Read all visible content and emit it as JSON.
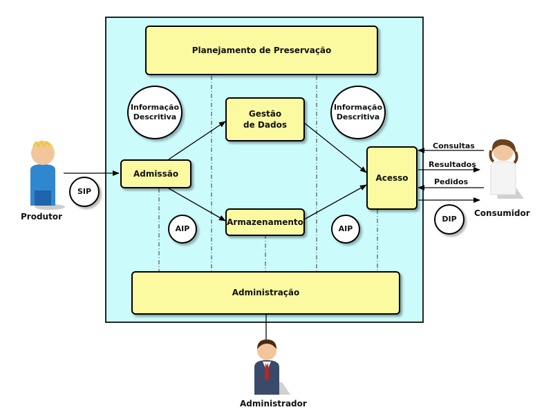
{
  "boxes": {
    "planejamento": "Planejamento de Preservação",
    "gestao_line1": "Gestão",
    "gestao_line2": "de Dados",
    "admissao": "Admissão",
    "armazenamento": "Armazenamento",
    "acesso": "Acesso",
    "administracao": "Administração"
  },
  "circles": {
    "info_left_line1": "Informação",
    "info_left_line2": "Descritiva",
    "info_right_line1": "Informação",
    "info_right_line2": "Descritiva",
    "sip": "SIP",
    "aip_left": "AIP",
    "aip_right": "AIP",
    "dip": "DIP"
  },
  "flows": {
    "consultas": "Consultas",
    "resultados": "Resultados",
    "pedidos": "Pedidos"
  },
  "actors": {
    "produtor": "Produtor",
    "consumidor": "Consumidor",
    "administrador": "Administrador"
  },
  "colors": {
    "frame": "#ccfbfb",
    "box": "#fbfaa0"
  }
}
